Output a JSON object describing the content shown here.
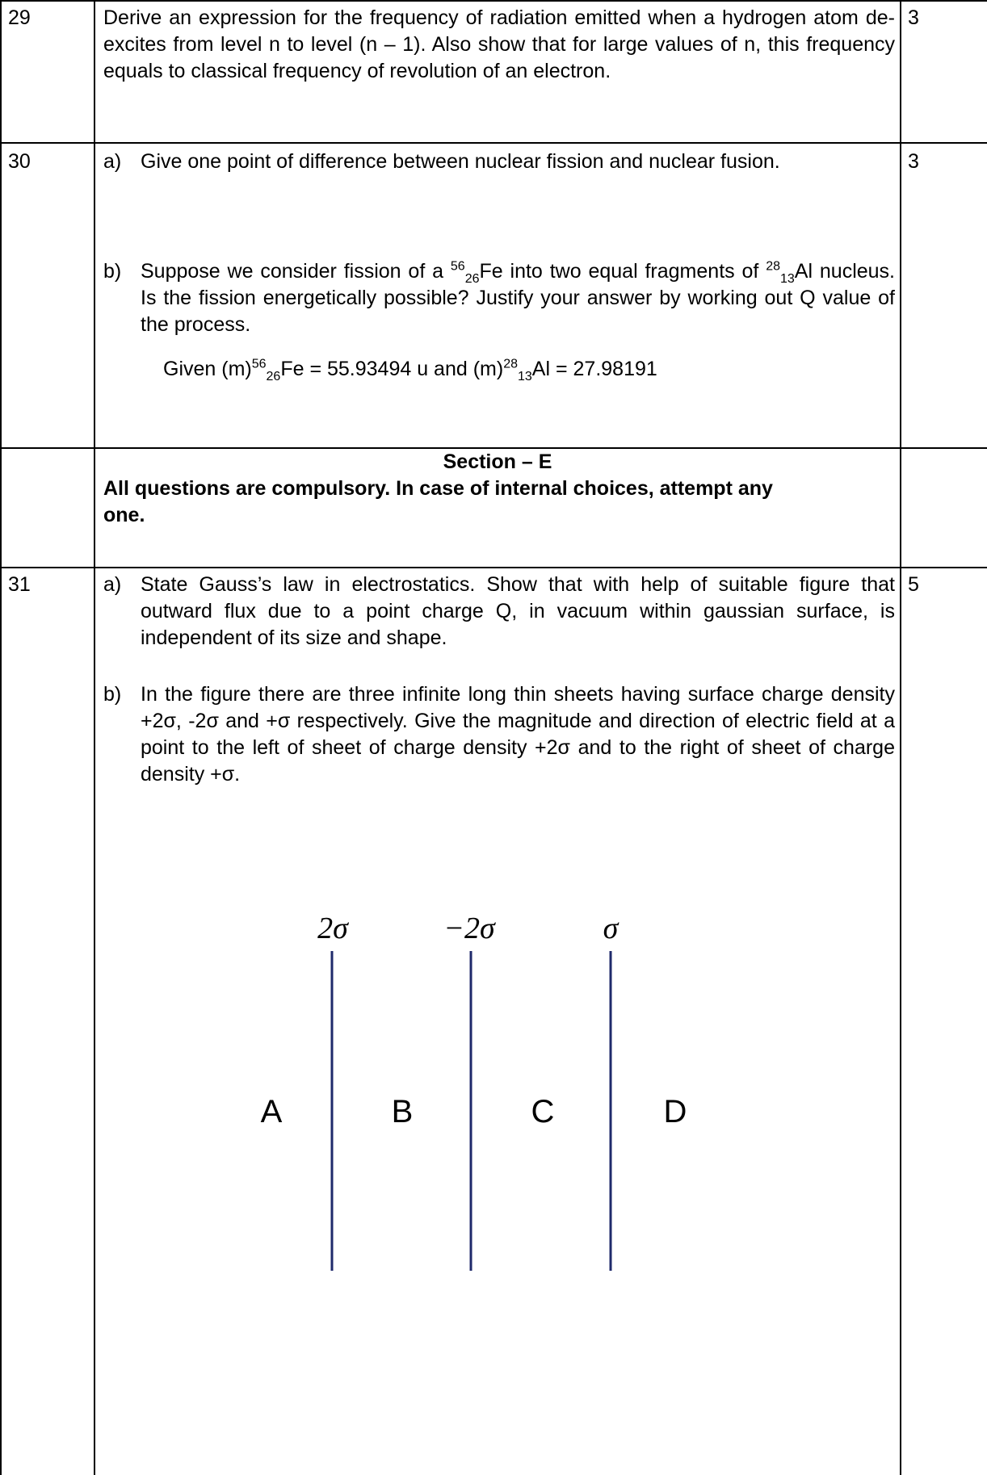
{
  "q29": {
    "number": "29",
    "text": "Derive an expression for the frequency of radiation emitted when a hydrogen atom de-excites from level n to level (n – 1). Also show that for large values of n, this frequency equals to classical frequency of revolution of an electron.",
    "marks": "3"
  },
  "q30": {
    "number": "30",
    "a_label": "a)",
    "a_text": "Give one point of difference between nuclear fission and nuclear fusion.",
    "b_label": "b)",
    "b_pre": "Suppose we consider fission of a ",
    "b_fe_sup": "56",
    "b_fe_sub": "26",
    "b_fe": "Fe into two equal fragments of ",
    "b_al_sup": "28",
    "b_al_sub": "13",
    "b_post": "Al nucleus. Is the fission energetically possible? Justify your answer by working out Q value of the process.",
    "given_pre": "Given (m)",
    "given_fe_sup": "56",
    "given_fe_sub": "26",
    "given_mid": "Fe = 55.93494 u and (m)",
    "given_al_sup": "28",
    "given_al_sub": "13",
    "given_end": "Al = 27.98191",
    "marks": "3"
  },
  "sectionE": {
    "title": "Section – E",
    "instruction": "All questions are compulsory.  In case of internal choices, attempt any one."
  },
  "q31": {
    "number": "31",
    "a_label": "a)",
    "a_text": "State Gauss’s law in electrostatics. Show that with help of suitable figure that outward flux due to a point charge Q, in vacuum within gaussian surface, is independent of its size and shape.",
    "b_label": "b)",
    "b_text": "In the figure there are three infinite long thin sheets having surface charge density +2σ, -2σ and +σ respectively. Give the magnitude and direction of electric field at a point to the left of sheet of charge density +2σ and to the right of sheet of charge density +σ.",
    "marks": "5",
    "figure": {
      "sheet_labels": [
        "2σ",
        "−2σ",
        "σ"
      ],
      "region_labels": [
        "A",
        "B",
        "C",
        "D"
      ],
      "sheet_color": "#1f2a6b"
    }
  }
}
